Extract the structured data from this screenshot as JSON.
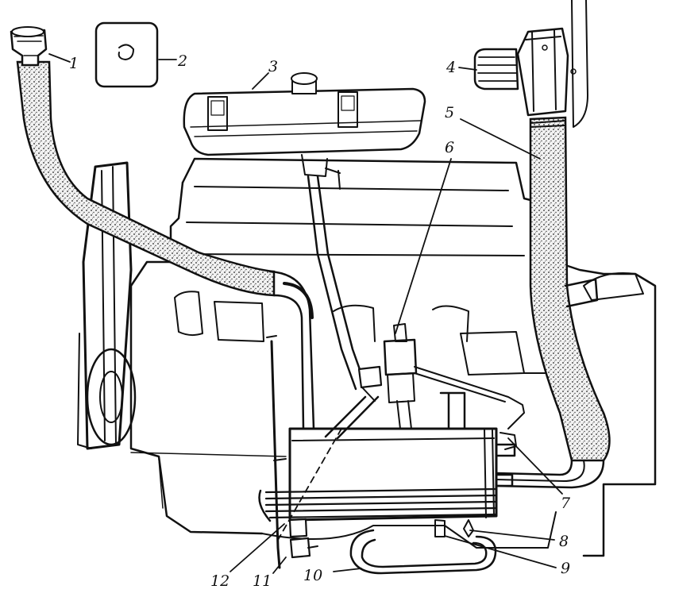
{
  "diagram": {
    "callouts": [
      {
        "id": "c1",
        "label": "1"
      },
      {
        "id": "c2",
        "label": "2"
      },
      {
        "id": "c3",
        "label": "3"
      },
      {
        "id": "c4",
        "label": "4"
      },
      {
        "id": "c5",
        "label": "5"
      },
      {
        "id": "c6",
        "label": "6"
      },
      {
        "id": "c7",
        "label": "7"
      },
      {
        "id": "c8",
        "label": "8"
      },
      {
        "id": "c9",
        "label": "9"
      },
      {
        "id": "c10",
        "label": "10"
      },
      {
        "id": "c11",
        "label": "11"
      },
      {
        "id": "c12",
        "label": "12"
      }
    ]
  },
  "colors": {
    "ink": "#111111",
    "paper": "#ffffff",
    "hose_fill": "#d9d9d9"
  }
}
